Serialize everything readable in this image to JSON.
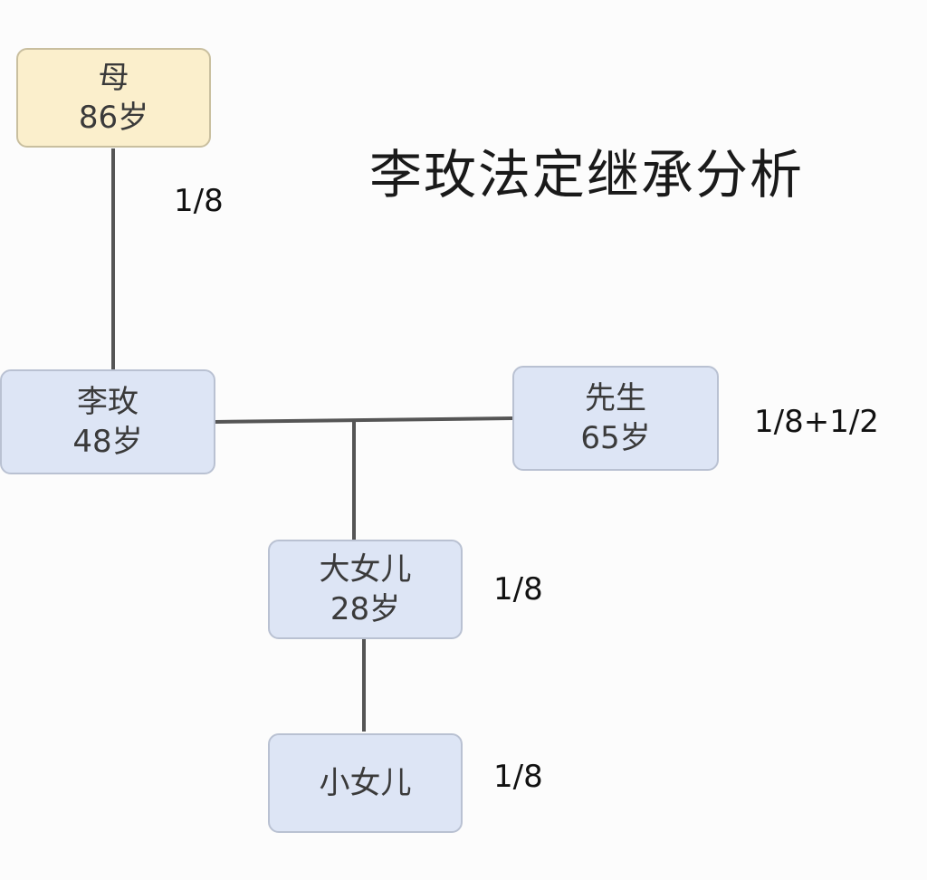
{
  "title": "李玫法定继承分析",
  "nodes": {
    "mother": {
      "name": "母",
      "age": "86岁",
      "share": "1/8"
    },
    "li_mei": {
      "name": "李玫",
      "age": "48岁"
    },
    "husband": {
      "name": "先生",
      "age": "65岁",
      "share": "1/8+1/2"
    },
    "elder_daughter": {
      "name": "大女儿",
      "age": "28岁",
      "share": "1/8"
    },
    "younger_daughter": {
      "name": "小女儿",
      "share": "1/8"
    }
  },
  "colors": {
    "node_fill": "#dde5f5",
    "node_border": "#b9c1d2",
    "mother_fill": "#fbefcc",
    "mother_border": "#c9bf9f",
    "line": "#555555"
  }
}
